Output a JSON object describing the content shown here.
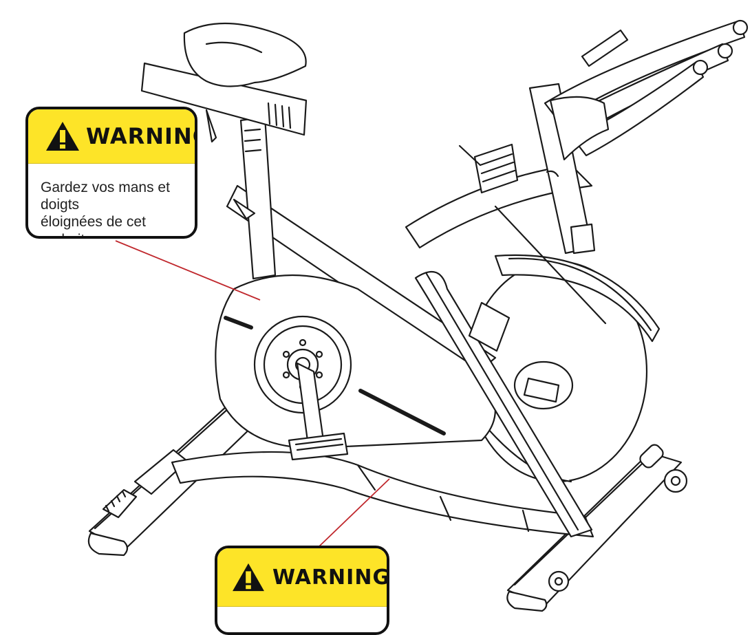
{
  "labels": {
    "top": {
      "heading": "WARNING",
      "line1": "Gardez vos mans et doigts",
      "line2": "éloignées de cet endroit."
    },
    "bottom": {
      "heading": "WARNING",
      "text": ""
    }
  },
  "colors": {
    "warning_yellow": "#fde428",
    "leader_line": "#c0282d",
    "outline": "#111111"
  },
  "icons": [
    "warning-triangle-icon"
  ]
}
